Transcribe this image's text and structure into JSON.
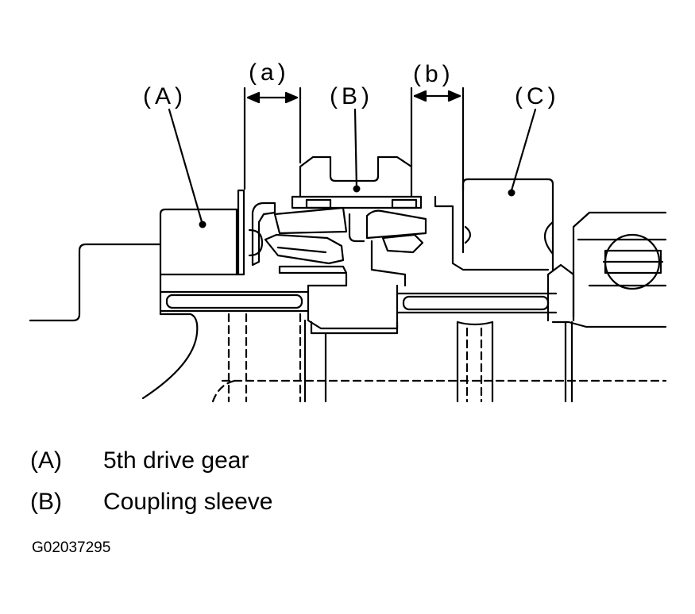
{
  "callouts": {
    "a": "(a)",
    "b": "(b)",
    "A": "(A)",
    "B": "(B)",
    "C": "(C)"
  },
  "legend": [
    {
      "key": "(A)",
      "text": "5th drive gear"
    },
    {
      "key": "(B)",
      "text": "Coupling sleeve"
    }
  ],
  "figure_id": "G02037295"
}
